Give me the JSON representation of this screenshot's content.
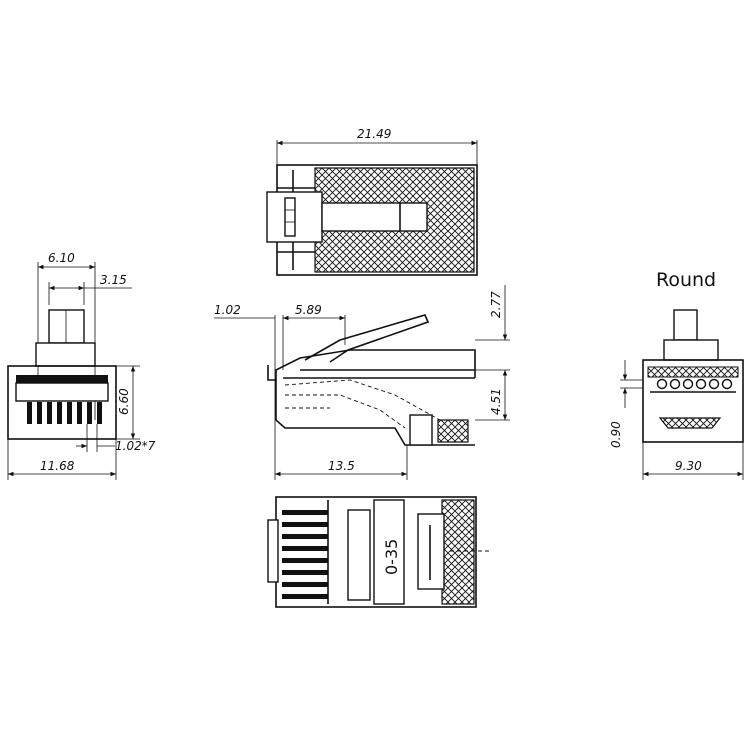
{
  "labels": {
    "round": "Round",
    "plate_mark": "0-35"
  },
  "dimensions": {
    "overall_length": "21.49",
    "width_6_10": "6.10",
    "pitch_3_15": "3.15",
    "height_6_60": "6.60",
    "pin_pitch": "1.02*7",
    "body_width": "11.68",
    "offset_1_02": "1.02",
    "offset_5_89": "5.89",
    "height_2_77": "2.77",
    "height_4_51": "4.51",
    "length_13_5": "13.5",
    "height_0_90": "0.90",
    "width_9_30": "9.30"
  }
}
